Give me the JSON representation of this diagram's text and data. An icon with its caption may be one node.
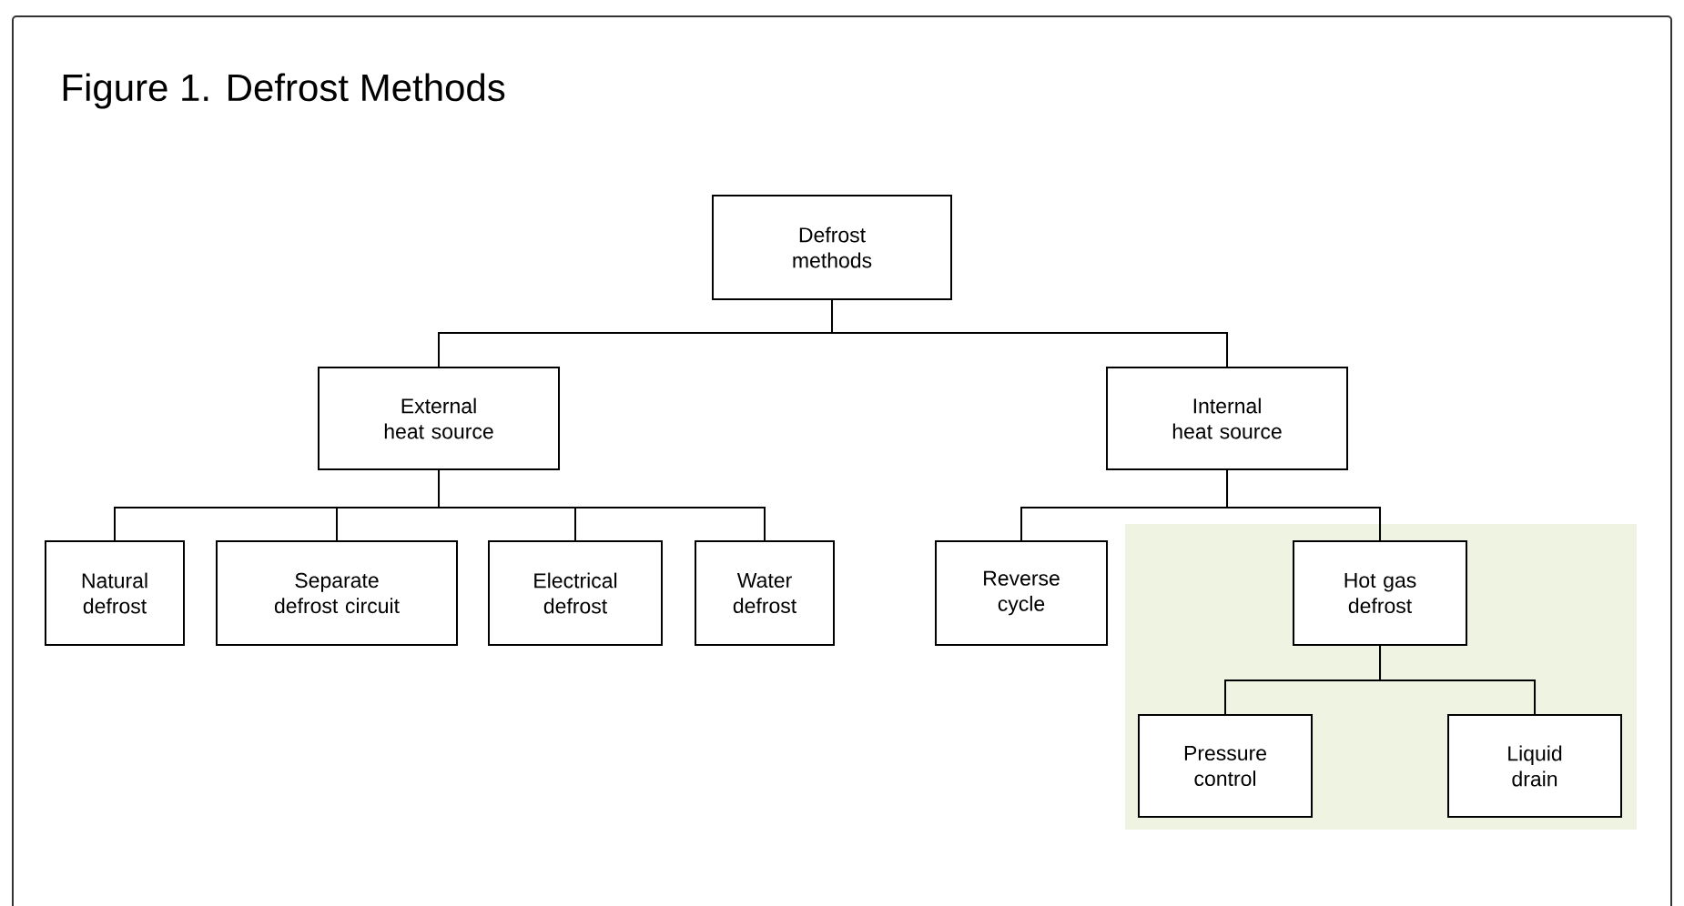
{
  "diagram": {
    "title": "Figure 1. Defrost Methods",
    "nodes": [
      {
        "text": [
          "Defrost methods"
        ]
      },
      {
        "text": [
          "External heat source"
        ]
      },
      {
        "text": [
          "Internal heat source"
        ]
      },
      {
        "text": [
          "Natural defrost"
        ]
      },
      {
        "text": [
          "Separate defrost circuit"
        ]
      },
      {
        "text": [
          "Electrical defrost"
        ]
      },
      {
        "text": [
          "Water defrost"
        ]
      },
      {
        "text": [
          "Reverse cycle"
        ]
      },
      {
        "text": [
          "Hot gas defrost"
        ]
      },
      {
        "text": [
          "Pressure control"
        ]
      },
      {
        "text": [
          "Liquid drain"
        ]
      }
    ],
    "edges": [
      {
        "from": 0,
        "to": 1,
        "arrow": "none"
      },
      {
        "from": 0,
        "to": 2,
        "arrow": "none"
      },
      {
        "from": 1,
        "to": 3,
        "arrow": "none"
      },
      {
        "from": 1,
        "to": 4,
        "arrow": "none"
      },
      {
        "from": 1,
        "to": 5,
        "arrow": "none"
      },
      {
        "from": 1,
        "to": 6,
        "arrow": "none"
      },
      {
        "from": 2,
        "to": 7,
        "arrow": "none"
      },
      {
        "from": 2,
        "to": 8,
        "arrow": "none"
      },
      {
        "from": 8,
        "to": 9,
        "arrow": "none"
      },
      {
        "from": 8,
        "to": 10,
        "arrow": "none"
      }
    ]
  }
}
